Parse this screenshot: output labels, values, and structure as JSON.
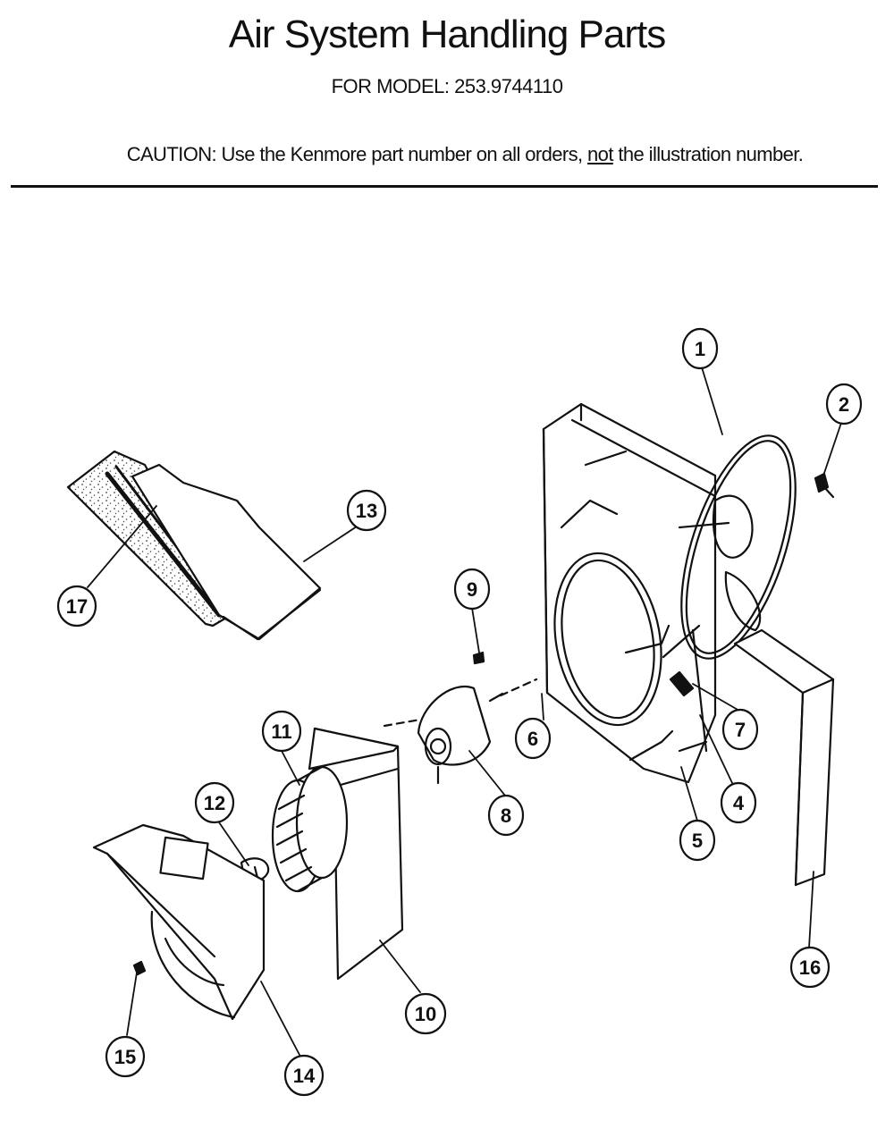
{
  "header": {
    "title": "Air System Handling Parts",
    "model_prefix": "FOR MODEL:",
    "model_number": "253.9744110"
  },
  "caution": {
    "prefix": "CAUTION:  Use the Kenmore part number on all orders,",
    "emphasis": "not",
    "suffix": "the illustration number."
  },
  "callouts": [
    {
      "id": "1",
      "label": "1"
    },
    {
      "id": "2",
      "label": "2"
    },
    {
      "id": "4",
      "label": "4"
    },
    {
      "id": "5",
      "label": "5"
    },
    {
      "id": "6",
      "label": "6"
    },
    {
      "id": "7",
      "label": "7"
    },
    {
      "id": "8",
      "label": "8"
    },
    {
      "id": "9",
      "label": "9"
    },
    {
      "id": "10",
      "label": "10"
    },
    {
      "id": "11",
      "label": "11"
    },
    {
      "id": "12",
      "label": "12"
    },
    {
      "id": "13",
      "label": "13"
    },
    {
      "id": "14",
      "label": "14"
    },
    {
      "id": "15",
      "label": "15"
    },
    {
      "id": "16",
      "label": "16"
    },
    {
      "id": "17",
      "label": "17"
    }
  ],
  "colors": {
    "ink": "#111111",
    "paper": "#ffffff",
    "speckle": "#444444"
  }
}
